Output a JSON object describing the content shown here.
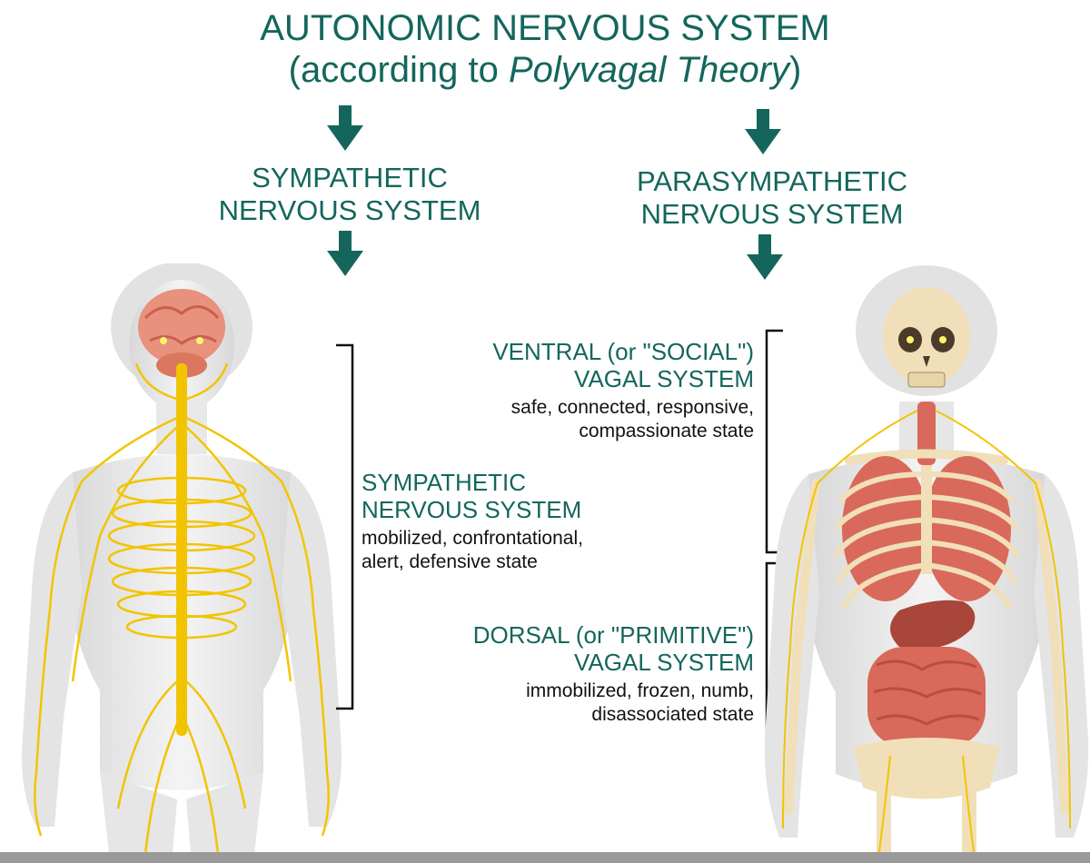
{
  "title": {
    "line1": "AUTONOMIC NERVOUS SYSTEM",
    "line2_prefix": "(according to ",
    "line2_italic": "Polyvagal Theory",
    "line2_suffix": ")"
  },
  "branches": {
    "sympathetic": {
      "line1": "SYMPATHETIC",
      "line2": "NERVOUS SYSTEM"
    },
    "parasympathetic": {
      "line1": "PARASYMPATHETIC",
      "line2": "NERVOUS SYSTEM"
    }
  },
  "callouts": {
    "sympathetic": {
      "title1": "SYMPATHETIC",
      "title2": "NERVOUS SYSTEM",
      "desc1": "mobilized, confrontational,",
      "desc2": "alert, defensive state"
    },
    "ventral": {
      "title1": "VENTRAL (or \"SOCIAL\")",
      "title2": "VAGAL SYSTEM",
      "desc1": "safe, connected, responsive,",
      "desc2": "compassionate state"
    },
    "dorsal": {
      "title1": "DORSAL (or \"PRIMITIVE\")",
      "title2": "VAGAL SYSTEM",
      "desc1": "immobilized, frozen, numb,",
      "desc2": "disassociated state"
    }
  },
  "colors": {
    "accent": "#14665c",
    "nerve": "#f2c400",
    "body": "#e6e6e6",
    "organ": "#d9695a",
    "bone": "#f0dfb8"
  }
}
